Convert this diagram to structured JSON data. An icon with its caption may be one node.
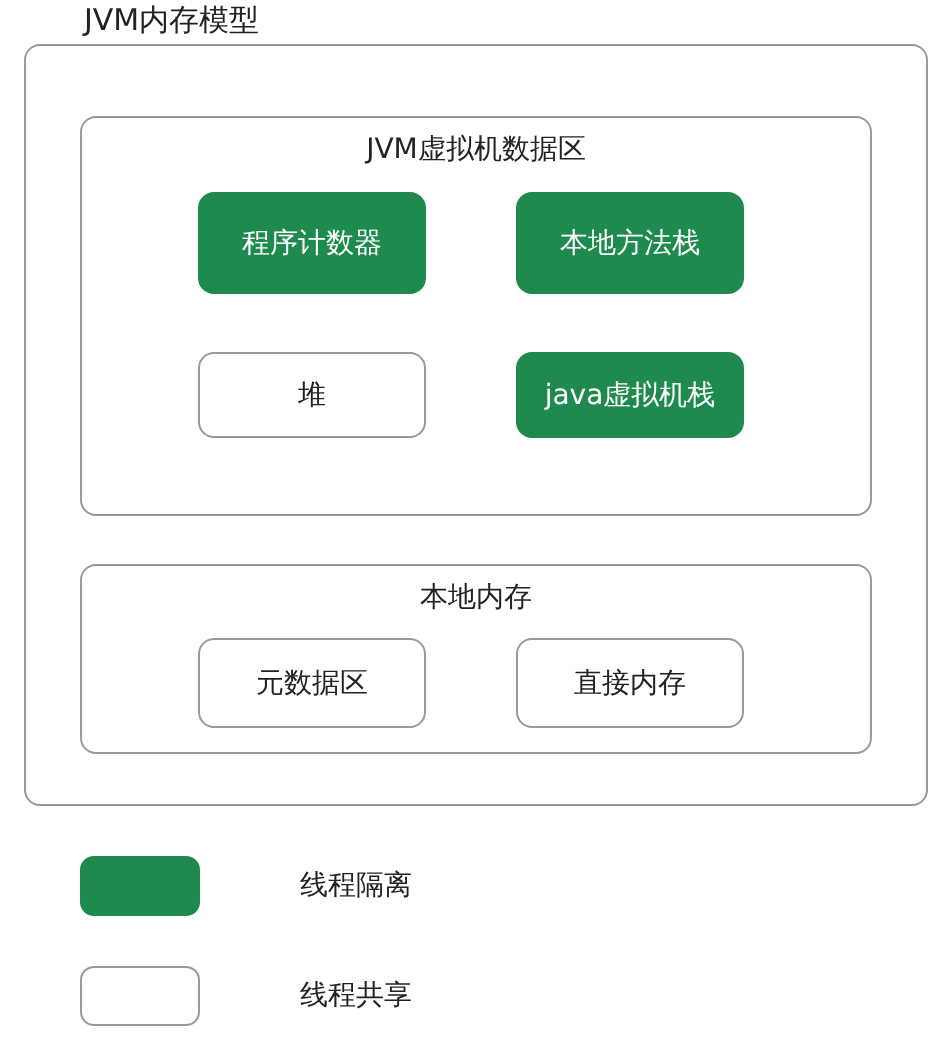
{
  "diagram": {
    "nodes": [
      {
        "text": [
          "JVM内存模型"
        ]
      },
      {
        "text": [
          "JVM虚拟机数据区"
        ],
        "in": 0
      },
      {
        "text": [
          "程序计数器"
        ],
        "in": 1
      },
      {
        "text": [
          "本地方法栈"
        ],
        "in": 1
      },
      {
        "text": [
          "堆"
        ],
        "in": 1
      },
      {
        "text": [
          "java虚拟机栈"
        ],
        "in": 1
      },
      {
        "text": [
          "本地内存"
        ],
        "in": 0
      },
      {
        "text": [
          "元数据区"
        ],
        "in": 6
      },
      {
        "text": [
          "直接内存"
        ],
        "in": 6
      }
    ],
    "legend": [
      {
        "text": "线程隔离",
        "color": "#1e8a4e"
      },
      {
        "text": "线程共享",
        "color": "#ffffff"
      }
    ]
  }
}
